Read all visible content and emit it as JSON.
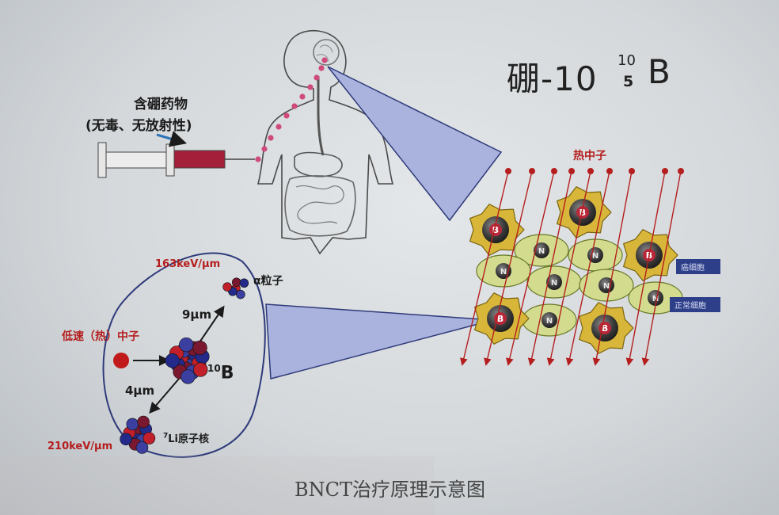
{
  "drug": {
    "line1": "含硼药物",
    "line2": "(无毒、无放射性)"
  },
  "isotope": {
    "name": "硼-10",
    "mass_number": "10",
    "atomic_number": "5",
    "symbol": "B"
  },
  "neutron_beam_label": "热中子",
  "reaction": {
    "alpha_energy": "163keV/μm",
    "li_energy": "210keV/μm",
    "slow_neutron": "低速（热）中子",
    "alpha_label": "α粒子",
    "alpha_range": "9μm",
    "li_range": "4μm",
    "b10_sup": "10",
    "b10_symbol": "B",
    "li_sup": "7",
    "li_label": "Li原子核"
  },
  "cells": {
    "boron_letter": "B",
    "normal_letter": "N",
    "tumor_tag": "癌细胞",
    "normal_tag": "正常细胞"
  },
  "caption": "BNCT治疗原理示意图",
  "colors": {
    "neutron_red": "#b51e1e",
    "tumor_yellow": "#d8b63a",
    "normal_green": "#d3dc8e",
    "tag_blue": "#2e3f8a",
    "cone_blue": "#aab3dd"
  }
}
